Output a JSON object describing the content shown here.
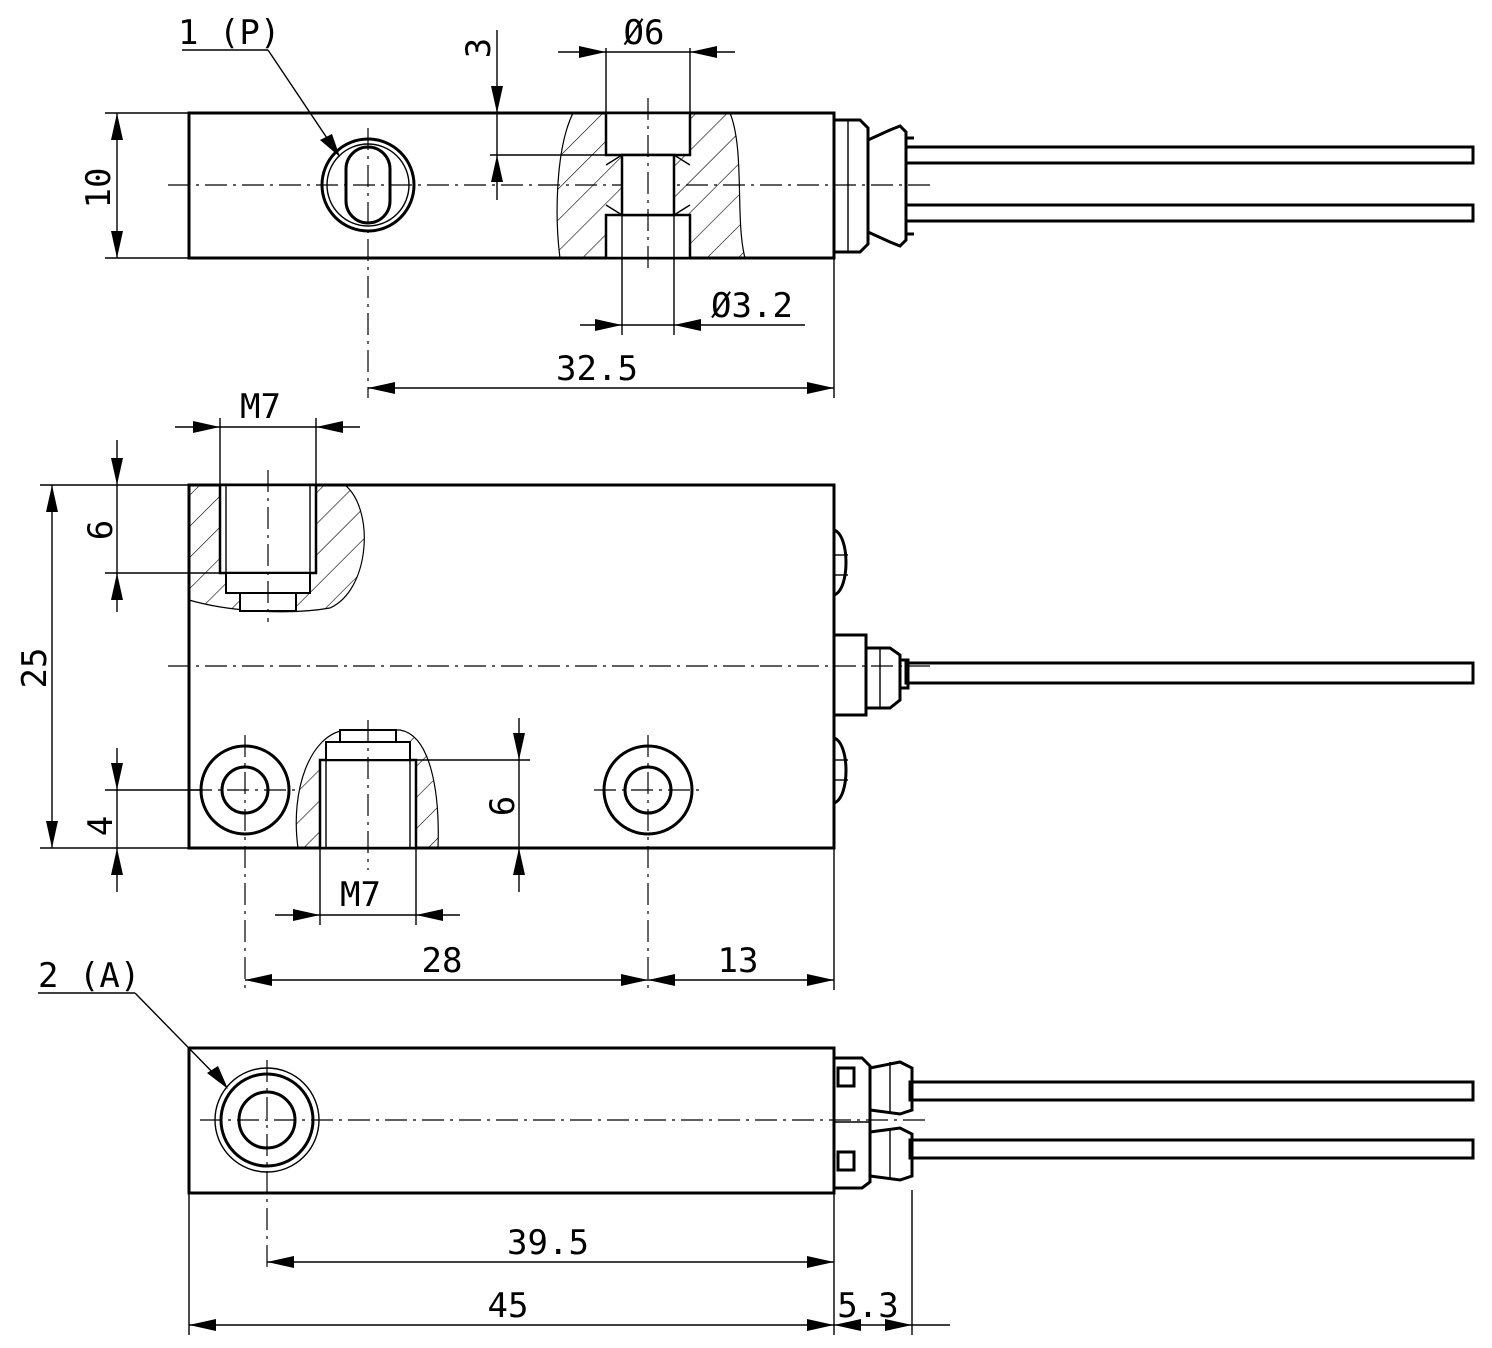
{
  "labels": {
    "port_1": "1 (P)",
    "port_2": "2 (A)",
    "thread_top": "M7",
    "thread_bottom": "M7"
  },
  "dimensions": {
    "height_10": "10",
    "depth_3": "3",
    "dia_6": "Ø6",
    "dia_3_2": "Ø3.2",
    "len_32_5": "32.5",
    "width_25": "25",
    "depth_6_top": "6",
    "depth_4": "4",
    "depth_6_bottom": "6",
    "len_28": "28",
    "len_13": "13",
    "len_39_5": "39.5",
    "len_45": "45",
    "len_5_3": "5.3"
  }
}
